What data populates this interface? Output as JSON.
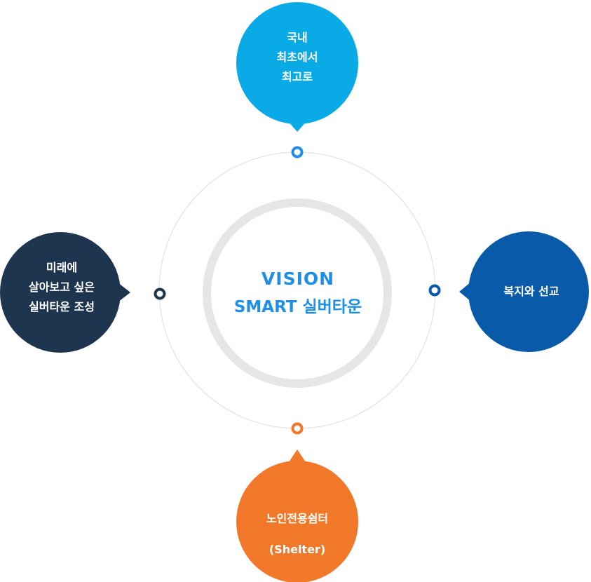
{
  "center": {
    "line1": "VISION",
    "line2": "SMART 실버타운"
  },
  "bubbles": {
    "top": {
      "lines": [
        "국내",
        "최초에서",
        "최고로"
      ],
      "color": "#0aaae6"
    },
    "left": {
      "lines": [
        "미래에",
        "살아보고 싶은",
        "실버타운 조성"
      ],
      "color": "#1e3550"
    },
    "right": {
      "lines": [
        "복지와 선교"
      ],
      "color": "#0a5aaa"
    },
    "bottom": {
      "lines": [
        "노인전용쉼터",
        "(Shelter)"
      ],
      "color": "#f07828"
    }
  },
  "colors": {
    "center_text": "#1f8fe6",
    "inner_ring": "#e6e6e6",
    "outer_ring": "#e2e2e2",
    "node_top": "#1f8fe6",
    "node_left": "#1e3550",
    "node_right": "#0a5aaa",
    "node_bottom": "#f07828"
  }
}
